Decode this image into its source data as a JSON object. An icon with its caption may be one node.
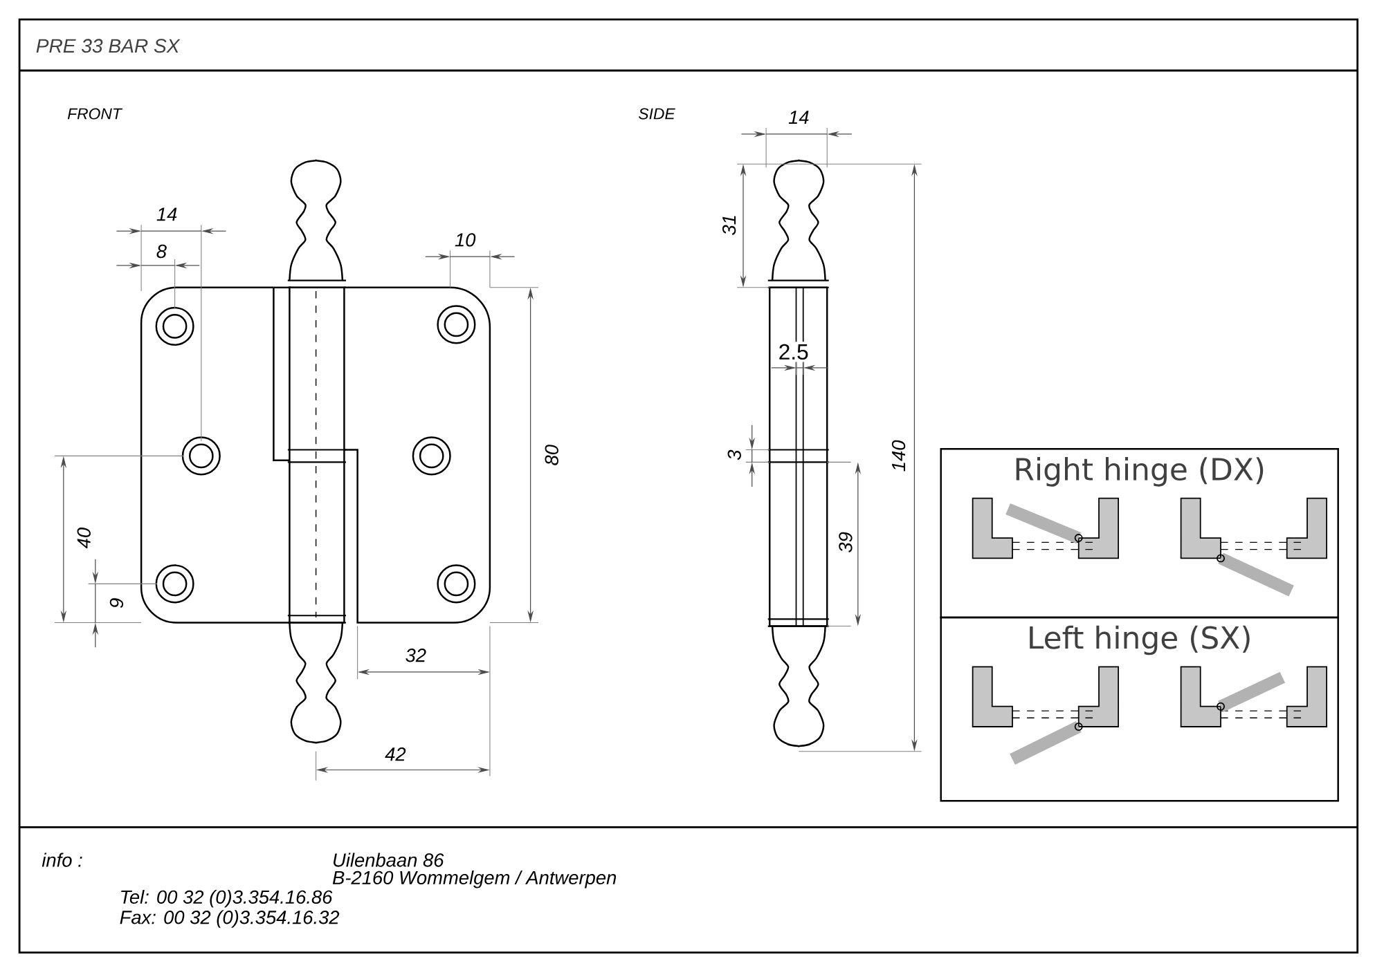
{
  "diagram": {
    "title": "PRE 33 BAR SX",
    "nodes": [
      {
        "text": [
          "Right hinge (DX)"
        ]
      },
      {
        "text": [
          "Left hinge (SX)"
        ]
      }
    ],
    "labels": [
      "FRONT",
      "SIDE",
      "14",
      "8",
      "10",
      "80",
      "40",
      "9",
      "32",
      "42",
      "14",
      "31",
      "2.5",
      "3",
      "39",
      "140",
      "info :",
      "Uilenbaan 86",
      "B-2160 Wommelgem / Antwerpen",
      "Tel: 00 32 (0)3.354.16.86",
      "Fax: 00 32 (0)3.354.16.32"
    ]
  }
}
